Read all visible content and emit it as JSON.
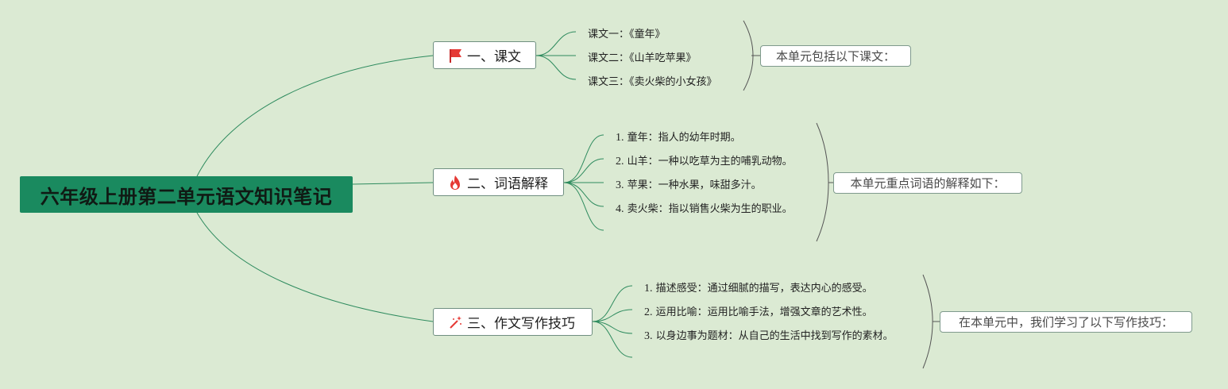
{
  "root": {
    "title": "六年级上册第二单元语文知识笔记"
  },
  "branches": [
    {
      "label": "一、课文",
      "icon": "red-flag-icon",
      "summary": "本单元包括以下课文：",
      "items": [
        {
          "num": "",
          "text": "课文一：《童年》"
        },
        {
          "num": "",
          "text": "课文二：《山羊吃苹果》"
        },
        {
          "num": "",
          "text": "课文三：《卖火柴的小女孩》"
        }
      ]
    },
    {
      "label": "二、词语解释",
      "icon": "fire-icon",
      "summary": "本单元重点词语的解释如下：",
      "items": [
        {
          "num": "1.",
          "text": "童年：指人的幼年时期。"
        },
        {
          "num": "2.",
          "text": "山羊：一种以吃草为主的哺乳动物。"
        },
        {
          "num": "3.",
          "text": "苹果：一种水果，味甜多汁。"
        },
        {
          "num": "4.",
          "text": "卖火柴：指以销售火柴为生的职业。"
        }
      ]
    },
    {
      "label": "三、作文写作技巧",
      "icon": "magic-wand-icon",
      "summary": "在本单元中，我们学习了以下写作技巧：",
      "items": [
        {
          "num": "1.",
          "text": "描述感受：通过细腻的描写，表达内心的感受。"
        },
        {
          "num": "2.",
          "text": "运用比喻：运用比喻手法，增强文章的艺术性。"
        },
        {
          "num": "3.",
          "text": "以身边事为题材：从自己的生活中找到写作的素材。"
        }
      ]
    }
  ],
  "colors": {
    "background": "#dbead3",
    "root": "#1a8a5f",
    "line": "#2e8b5e",
    "icon_red": "#e53935"
  }
}
